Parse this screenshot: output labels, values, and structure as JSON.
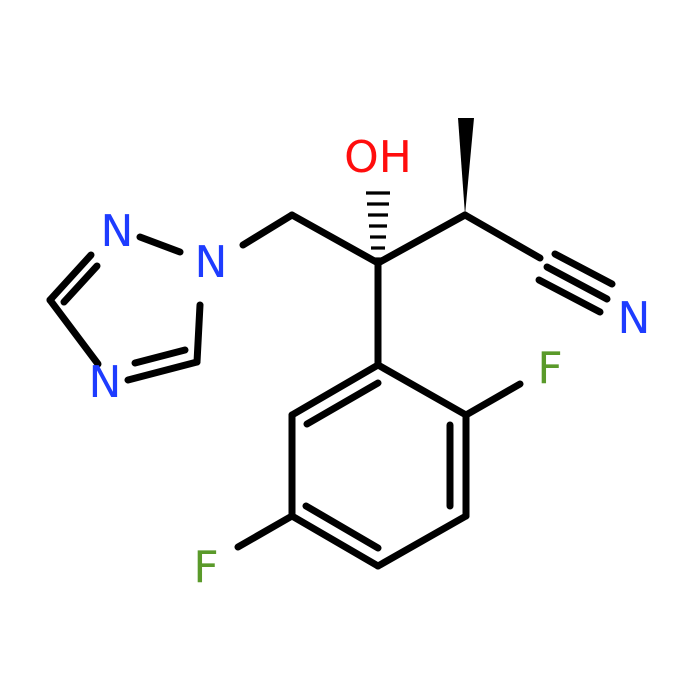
{
  "molecule": {
    "atoms": {
      "n_triazole_1": {
        "label": "N",
        "color": "#1e3cff"
      },
      "n_triazole_2": {
        "label": "N",
        "color": "#1e3cff"
      },
      "n_triazole_4": {
        "label": "N",
        "color": "#1e3cff"
      },
      "hydroxyl": {
        "label": "OH",
        "color": "#ff0d0d"
      },
      "nitrile_n": {
        "label": "N",
        "color": "#1e3cff"
      },
      "fluorine_ortho": {
        "label": "F",
        "color": "#5a9a2a"
      },
      "fluorine_meta": {
        "label": "F",
        "color": "#5a9a2a"
      }
    },
    "bond_color": "#000000"
  }
}
